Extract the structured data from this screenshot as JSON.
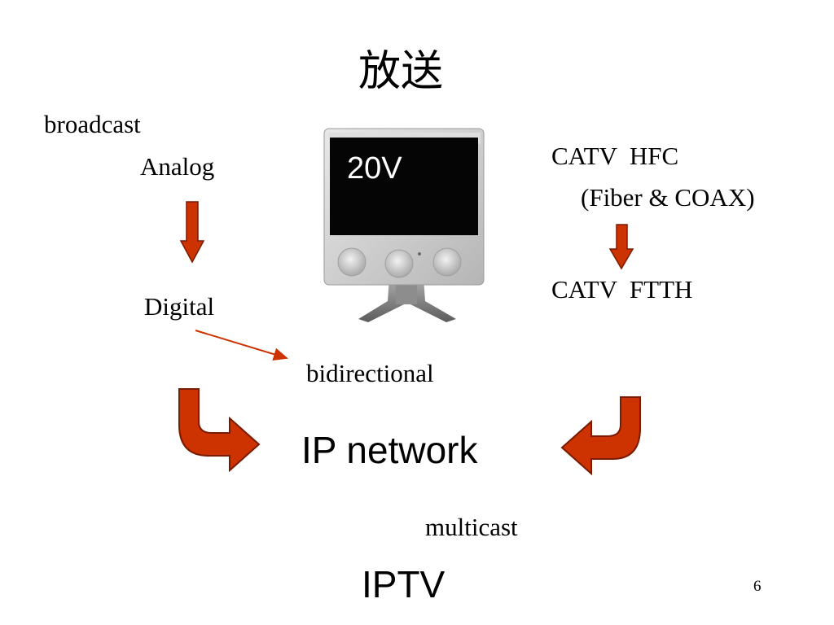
{
  "slide": {
    "title": "放送",
    "broadcast_label": "broadcast",
    "analog_label": "Analog",
    "digital_label": "Digital",
    "bidirectional_label": "bidirectional",
    "catv_hfc_label": "CATV  HFC",
    "fiber_coax_label": "(Fiber & COAX)",
    "catv_ftth_label": "CATV  FTTH",
    "ip_network_label": "IP network",
    "multicast_label": "multicast",
    "iptv_label": "IPTV",
    "page_number": "6",
    "tv_screen_text": "20V"
  },
  "colors": {
    "arrow_fill": "#cc3300",
    "arrow_stroke": "#7a1a00",
    "line_arrow": "#cc3300"
  }
}
